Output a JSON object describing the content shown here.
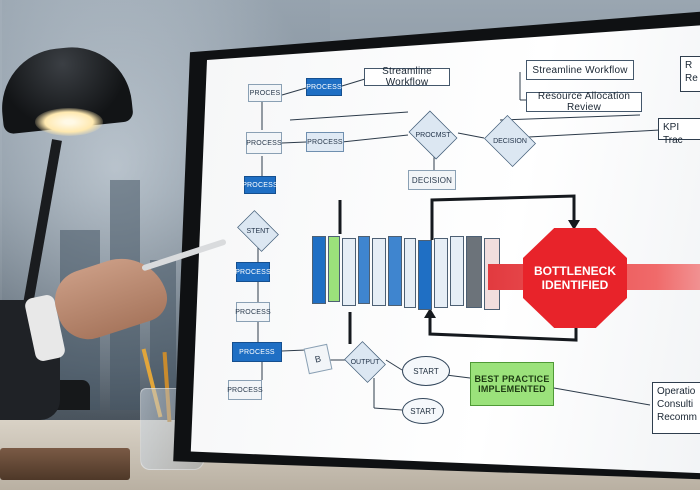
{
  "diagram": {
    "top_boxes": {
      "process_1": "PROCES",
      "process_2": "PROCESS",
      "process_3": "PROCESS",
      "process_4": "PROCESS",
      "process_5": "PROCESS",
      "process_6": "PROCESS",
      "process_7": "PROCESS",
      "process_8": "PROCESS",
      "process_9": "PROCESS"
    },
    "labels": {
      "streamline_1": "Streamline Workflow",
      "streamline_2": "Streamline Workflow",
      "resource_review": "Resource Allocation Review",
      "kpi": "KPI Trac",
      "r_fragment": "R",
      "re_fragment": "Re",
      "process_diamond": "PROCMST",
      "decision_diamond": "DECISION",
      "decision_box": "DECISION",
      "start_diamond": "STENT",
      "b_node": "B",
      "output_node": "OUTPUT",
      "start_circle_1": "START",
      "start_circle_2": "START",
      "best_practice_line1": "BEST PRACTICE",
      "best_practice_line2": "IMPLEMENTED",
      "bottleneck_line1": "BOTTLENECK",
      "bottleneck_line2": "IDENTIFIED",
      "operations_line1": "Operatio",
      "operations_line2": "Consulti",
      "operations_line3": "Recomm"
    }
  },
  "colors": {
    "bottleneck": "#e8232a",
    "best_practice": "#9be27b",
    "process_blue": "#1f6fc4"
  }
}
